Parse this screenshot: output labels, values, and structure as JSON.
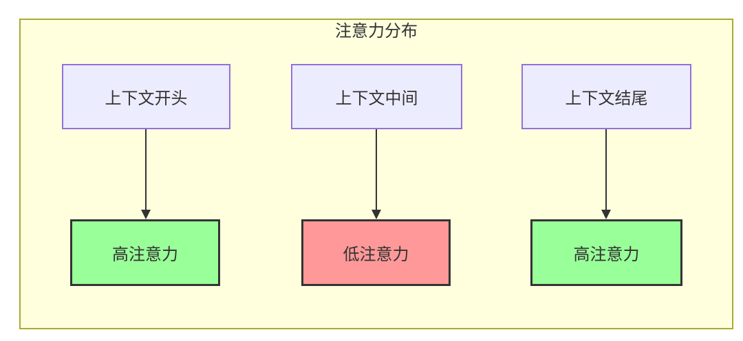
{
  "diagram": {
    "title": "注意力分布",
    "type": "flowchart",
    "colors": {
      "container_fill": "#ffffde",
      "container_border": "#aaaa33",
      "context_node_fill": "#ececff",
      "context_node_border": "#9370db",
      "high_attention_fill": "#99ff99",
      "low_attention_fill": "#ff9999",
      "result_node_border": "#333333",
      "edge_color": "#333333",
      "text_color": "#333333"
    },
    "nodes": [
      {
        "label": "上下文开头",
        "result": "高注意力",
        "result_type": "high"
      },
      {
        "label": "上下文中间",
        "result": "低注意力",
        "result_type": "low"
      },
      {
        "label": "上下文结尾",
        "result": "高注意力",
        "result_type": "high"
      }
    ]
  }
}
